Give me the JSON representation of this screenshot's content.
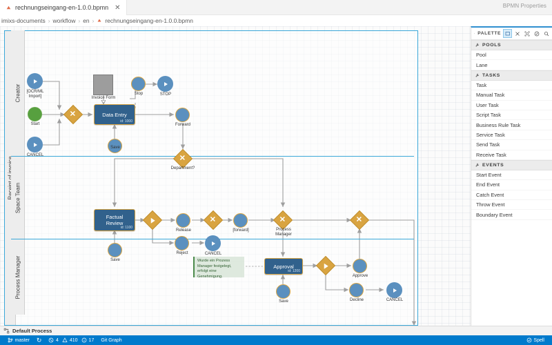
{
  "window": {
    "properties_label": "BPMN Properties"
  },
  "tab": {
    "label": "rechnungseingang-en-1.0.0.bpmn",
    "close": "✕",
    "icon": "bpmn-file-icon"
  },
  "breadcrumb": {
    "items": [
      "imixs-documents",
      "workflow",
      "en",
      "rechnungseingang-en-1.0.0.bpmn"
    ],
    "separator": "›"
  },
  "palette": {
    "title": "PALETTE",
    "tools": [
      {
        "name": "select-tool-icon",
        "glyph": "⧉",
        "active": true
      },
      {
        "name": "close-icon",
        "glyph": "✕",
        "active": false
      },
      {
        "name": "fit-to-screen-icon",
        "glyph": "⛶",
        "active": false
      },
      {
        "name": "validate-icon",
        "glyph": "⊙",
        "active": false
      },
      {
        "name": "search-icon",
        "glyph": "⌕",
        "active": false
      }
    ],
    "groups": [
      {
        "title": "POOLS",
        "items": [
          "Pool",
          "Lane"
        ]
      },
      {
        "title": "TASKS",
        "items": [
          "Task",
          "Manual Task",
          "User Task",
          "Script Task",
          "Business Rule Task",
          "Service Task",
          "Send Task",
          "Receive Task"
        ]
      },
      {
        "title": "EVENTS",
        "items": [
          "Start Event",
          "End Event",
          "Catch Event",
          "Throw Event",
          "Boundary Event"
        ]
      }
    ]
  },
  "diagram": {
    "pool_label": "Receipt of invoice",
    "lanes": [
      {
        "label": "Creator"
      },
      {
        "label": "Space Team"
      },
      {
        "label": "Process Manager"
      }
    ],
    "annotation": "Wurde ein Prozess Manager festgelegt, erfolgt eine Genehmigung.",
    "nodes": {
      "ocr_import": "[OCR/ML\nImport]",
      "start": "Start",
      "cancel_creator": "CANCEL",
      "invoice_form": "Invoice Form",
      "data_entry": "Data Entry",
      "data_entry_id": "id: 1000",
      "save_creator": "Save",
      "stop": "Stop",
      "stop_end": "STOP",
      "forward_creator": "Forward",
      "department_gw": "Department?",
      "factual_review": "Factual\nReview",
      "factual_review_id": "id: 1100",
      "save_team": "Save",
      "release": "Release",
      "reject": "Reject",
      "cancel_team": "CANCEL",
      "forward_team": "[forward]",
      "process_manager_gw": "Process\nManager",
      "approval": "Approval",
      "approval_id": "id: 1200",
      "save_manager": "Save",
      "approve": "Approve",
      "decline": "Decline",
      "cancel_manager": "CANCEL"
    }
  },
  "bottom_panel": {
    "label": "Default Process",
    "icon": "process-diagram-icon"
  },
  "statusbar": {
    "branch": "master",
    "sync_glyph": "↻",
    "errors": "4",
    "warnings": "410",
    "infos": "17",
    "git_graph": "Git Graph",
    "spell": "Spell"
  },
  "colors": {
    "accent": "#007acc",
    "task_fill": "#31618c",
    "task_stroke": "#d9a441",
    "gateway_fill": "#d9a441",
    "event_fill": "#5b90bf",
    "start_fill": "#57a03f",
    "lane_border": "#3aa7d8"
  }
}
